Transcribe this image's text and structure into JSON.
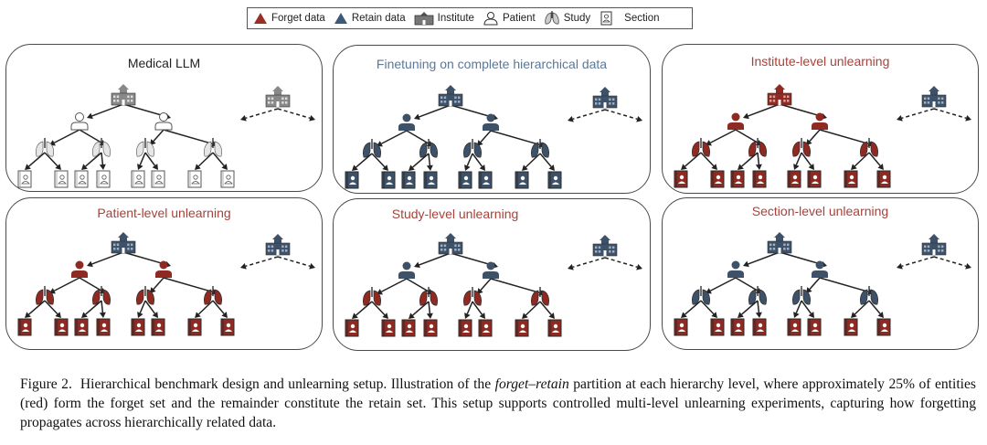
{
  "legend": {
    "items": [
      {
        "label": "Forget data",
        "icon": "triangle-icon",
        "color": "#9b2f24"
      },
      {
        "label": "Retain data",
        "icon": "triangle-icon",
        "color": "#3d5a7a"
      },
      {
        "label": "Institute",
        "icon": "institute-icon"
      },
      {
        "label": "Patient",
        "icon": "patient-icon"
      },
      {
        "label": "Study",
        "icon": "study-icon"
      },
      {
        "label": "Section",
        "icon": "section-icon"
      }
    ]
  },
  "colors": {
    "forget": "#8e2a22",
    "retain": "#3d5168",
    "neutral": "#ffffff",
    "title_neutral": "#222222",
    "title_retain": "#5b7896",
    "title_forget": "#a8413a"
  },
  "panels": [
    {
      "title": "Medical LLM",
      "title_color": "title_neutral",
      "institute": "neutral",
      "patients": "neutral",
      "studies": "neutral",
      "sections": "neutral",
      "side_institute": "neutral"
    },
    {
      "title": "Finetuning on complete hierarchical data",
      "title_color": "title_retain",
      "institute": "retain",
      "patients": "retain",
      "studies": "retain",
      "sections": "retain",
      "side_institute": "retain"
    },
    {
      "title": "Institute-level unlearning",
      "title_color": "title_forget",
      "institute": "forget",
      "patients": "forget",
      "studies": "forget",
      "sections": "forget",
      "side_institute": "retain"
    },
    {
      "title": "Patient-level unlearning",
      "title_color": "title_forget",
      "institute": "retain",
      "patients": "forget",
      "studies": "forget",
      "sections": "forget",
      "side_institute": "retain"
    },
    {
      "title": "Study-level  unlearning",
      "title_color": "title_forget",
      "institute": "retain",
      "patients": "retain",
      "studies": "forget",
      "sections": "forget",
      "side_institute": "retain"
    },
    {
      "title": "Section-level unlearning",
      "title_color": "title_forget",
      "institute": "retain",
      "patients": "retain",
      "studies": "retain",
      "sections": "forget",
      "side_institute": "retain"
    }
  ],
  "caption": {
    "label": "Figure 2.",
    "part1": "Hierarchical benchmark design and unlearning setup. Illustration of the ",
    "italic": "forget–retain",
    "part2": " partition at each hierarchy level, where approximately 25% of entities (red) form the forget set and the remainder constitute the retain set. This setup supports controlled multi-level unlearning experiments, capturing how forgetting propagates across hierarchically related data."
  }
}
